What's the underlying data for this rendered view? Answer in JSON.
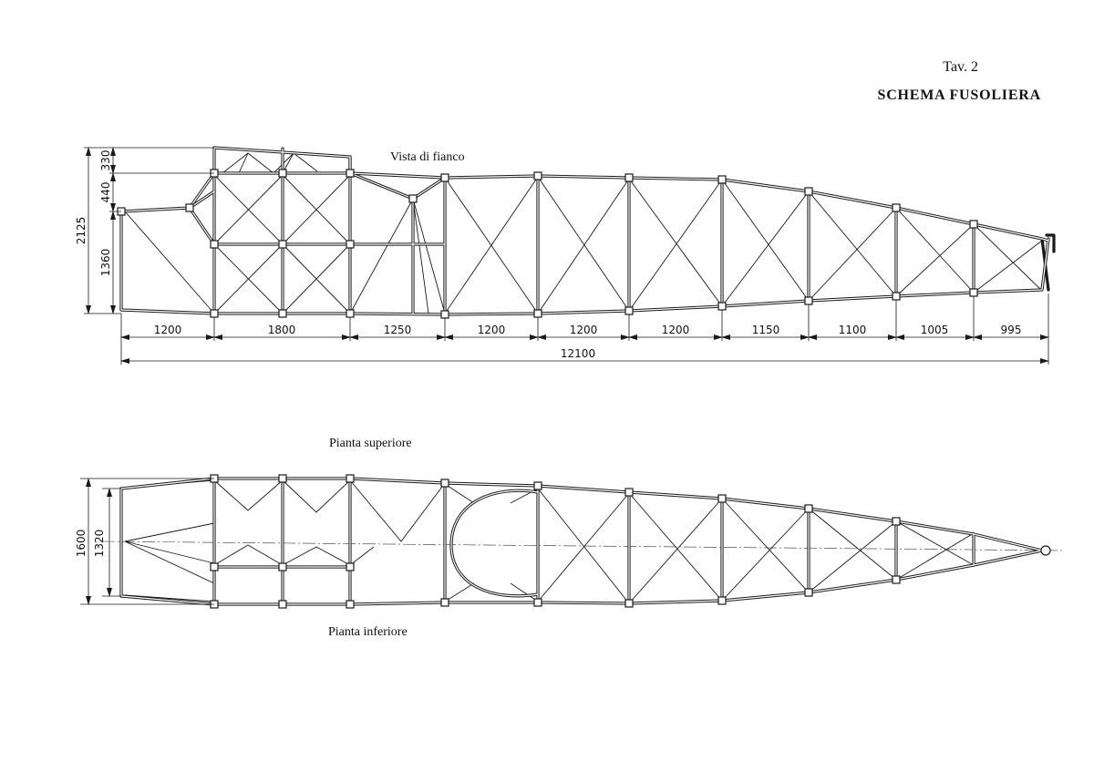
{
  "header": {
    "plate": "Tav. 2",
    "title": "SCHEMA FUSOLIERA"
  },
  "views": {
    "side": "Vista di fianco",
    "top": "Pianta superiore",
    "bottom": "Pianta inferiore"
  },
  "side_dims": {
    "bays": [
      "1200",
      "1800",
      "1250",
      "1200",
      "1200",
      "1200",
      "1150",
      "1100",
      "1005",
      "995"
    ],
    "total": "12100",
    "h_total": "2125",
    "h_330": "330",
    "h_440": "440",
    "h_1360": "1360"
  },
  "plan_dims": {
    "w_outer": "1600",
    "w_inner": "1320"
  }
}
